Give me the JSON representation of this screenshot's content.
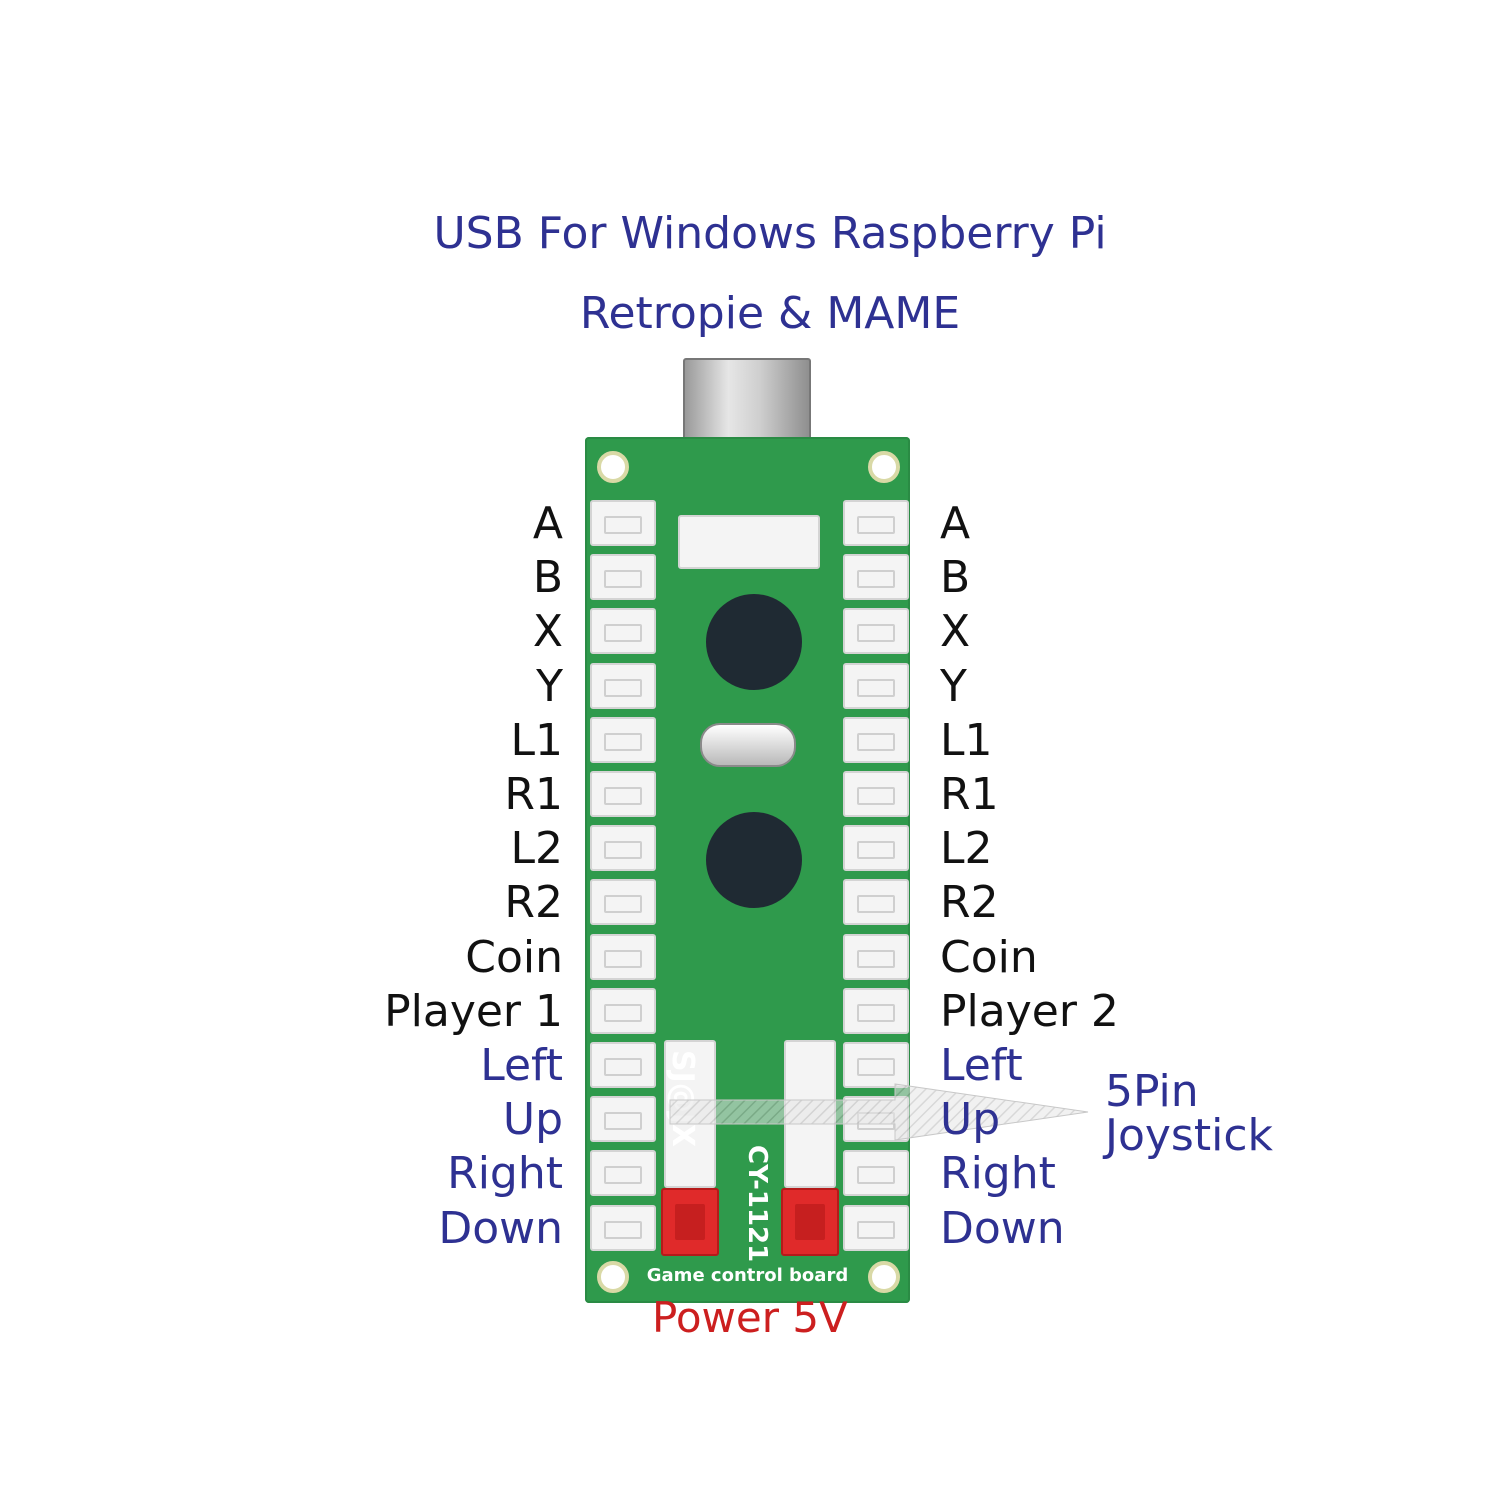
{
  "title": {
    "line1": "USB For Windows Raspberry Pi",
    "line2": "Retropie & MAME"
  },
  "board": {
    "brand": "SJ@JX",
    "model": "CY-1121",
    "name": "Game control board"
  },
  "left_labels": [
    "A",
    "B",
    "X",
    "Y",
    "L1",
    "R1",
    "L2",
    "R2",
    "Coin",
    "Player 1",
    "Left",
    "Up",
    "Right",
    "Down"
  ],
  "right_labels": [
    "A",
    "B",
    "X",
    "Y",
    "L1",
    "R1",
    "L2",
    "R2",
    "Coin",
    "Player 2",
    "Left",
    "Up",
    "Right",
    "Down"
  ],
  "joystick_note": {
    "line1": "5Pin",
    "line2": "Joystick"
  },
  "power_label": "Power 5V",
  "colors": {
    "title_text": "#2e3192",
    "button_label": "#111111",
    "joystick_label": "#2e3192",
    "power_label": "#cc1f1f",
    "pcb_green": "#2f9a4c",
    "power_connector": "#e02a2a"
  }
}
